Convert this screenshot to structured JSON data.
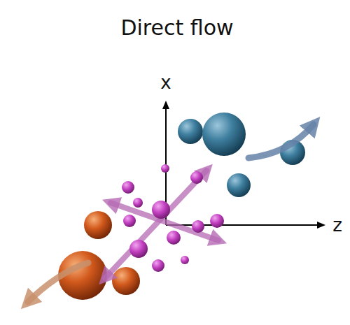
{
  "diagram": {
    "title": "Direct flow",
    "labels": [
      "x",
      "z"
    ]
  }
}
